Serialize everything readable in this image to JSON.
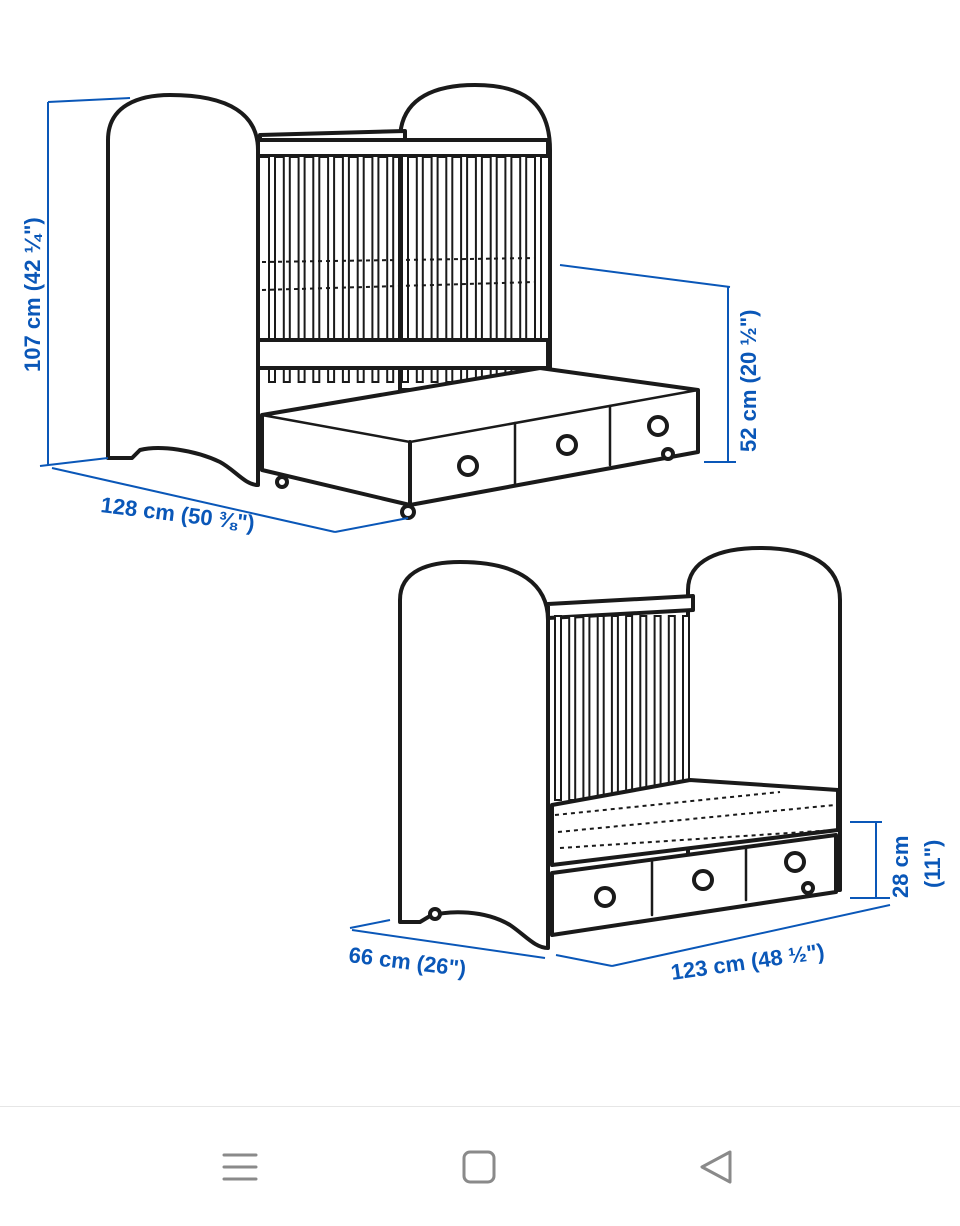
{
  "dimensions": {
    "crib_height": "107 cm (42 ¼\")",
    "crib_length": "128 cm (50 ⅜\")",
    "crib_rail_height": "52 cm (20 ½\")",
    "bed_depth": "66 cm (26\")",
    "bed_length": "123 cm (48 ½\")",
    "bed_height_cm": "28 cm",
    "bed_height_in": "(11\")"
  },
  "nav": {
    "recents_icon": "recents-icon",
    "home_icon": "home-icon",
    "back_icon": "back-icon"
  },
  "colors": {
    "dimension": "#0a57b8",
    "line": "#1a1a1a",
    "nav_icon": "#8a8a8a"
  }
}
